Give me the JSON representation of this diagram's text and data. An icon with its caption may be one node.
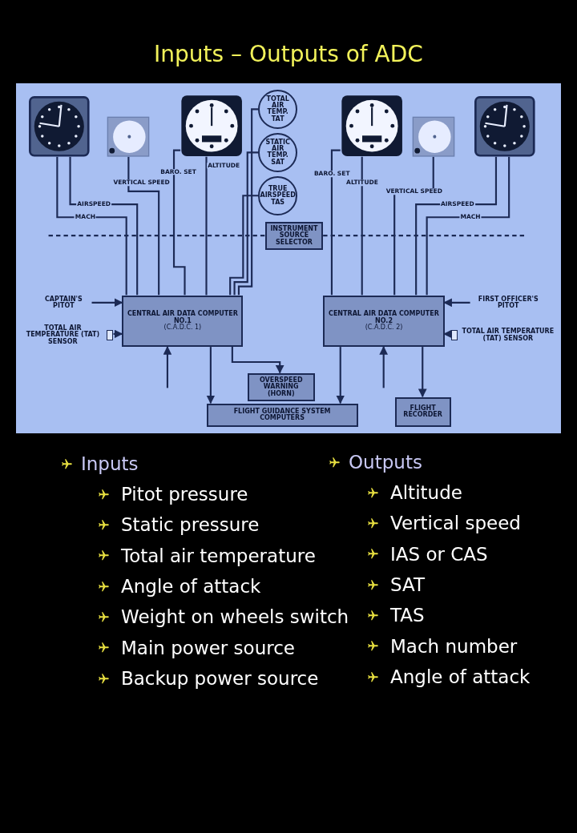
{
  "diagram": {
    "title": "Inputs – Outputs of ADC",
    "nodes": [
      {
        "text": [],
        "shape": "picture"
      },
      {
        "text": [],
        "shape": "picture"
      },
      {
        "text": [],
        "shape": "picture"
      },
      {
        "text": [
          "TOTAL AIR TEMP. TAT"
        ]
      },
      {
        "text": [
          "STATIC AIR TEMP. SAT"
        ]
      },
      {
        "text": [
          "TRUE AIRSPEED TAS"
        ]
      },
      {
        "text": [],
        "shape": "picture"
      },
      {
        "text": [],
        "shape": "picture"
      },
      {
        "text": [],
        "shape": "picture"
      },
      {
        "text": [
          "INSTRUMENT SOURCE SELECTOR"
        ]
      },
      {
        "text": [
          "CAPTAIN'S PITOT"
        ]
      },
      {
        "text": [
          "TOTAL AIR TEMPERATURE (TAT) SENSOR"
        ]
      },
      {
        "text": [
          "CENTRAL AIR DATA COMPUTER NO.1",
          "(C.A.D.C. 1)"
        ]
      },
      {
        "text": [
          "CENTRAL AIR DATA COMPUTER NO.2",
          "(C.A.D.C. 2)"
        ]
      },
      {
        "text": [
          "FIRST OFFICER'S PITOT"
        ]
      },
      {
        "text": [
          "TOTAL AIR TEMPERATURE (TAT) SENSOR"
        ]
      },
      {
        "text": [
          "OVERSPEED WARNING (HORN)"
        ]
      },
      {
        "text": [
          "FLIGHT GUIDANCE SYSTEM COMPUTERS"
        ]
      },
      {
        "text": [
          "FLIGHT RECORDER"
        ]
      }
    ],
    "edges": [
      {
        "from": 12,
        "to": 0,
        "arrow": "none",
        "label": "AIRSPEED"
      },
      {
        "from": 12,
        "to": 0,
        "arrow": "none",
        "label": "MACH"
      },
      {
        "from": 12,
        "to": 1,
        "arrow": "none",
        "label": "VERTICAL SPEED"
      },
      {
        "from": 12,
        "to": 2,
        "arrow": "none",
        "label": "ALTITUDE"
      },
      {
        "from": 2,
        "to": 12,
        "arrow": "none",
        "label": "BARO. SET"
      },
      {
        "from": 12,
        "to": 3,
        "arrow": "none"
      },
      {
        "from": 12,
        "to": 4,
        "arrow": "none"
      },
      {
        "from": 12,
        "to": 5,
        "arrow": "none"
      },
      {
        "from": 13,
        "to": 6,
        "arrow": "none",
        "label": "ALTITUDE"
      },
      {
        "from": 6,
        "to": 13,
        "arrow": "none",
        "label": "BARO. SET"
      },
      {
        "from": 13,
        "to": 7,
        "arrow": "none",
        "label": "VERTICAL SPEED"
      },
      {
        "from": 13,
        "to": 8,
        "arrow": "none",
        "label": "AIRSPEED"
      },
      {
        "from": 13,
        "to": 8,
        "arrow": "none",
        "label": "MACH"
      },
      {
        "from": 10,
        "to": 12,
        "arrow": "to"
      },
      {
        "from": 11,
        "to": 12,
        "arrow": "to"
      },
      {
        "from": 14,
        "to": 13,
        "arrow": "to"
      },
      {
        "from": 15,
        "to": 13,
        "arrow": "to"
      },
      {
        "from": 12,
        "to": 17,
        "arrow": "to"
      },
      {
        "from": 13,
        "to": 17,
        "arrow": "to"
      },
      {
        "from": 12,
        "to": 16,
        "arrow": "to"
      },
      {
        "from": 13,
        "to": 18,
        "arrow": "to"
      },
      {
        "from": null,
        "to": 12,
        "arrow": "to"
      },
      {
        "from": null,
        "to": 13,
        "arrow": "to"
      },
      {
        "from": 9,
        "to": null,
        "arrow": "none",
        "style": "dashed"
      },
      {
        "from": 9,
        "to": null,
        "arrow": "none",
        "style": "dashed"
      }
    ],
    "labels": [
      "Inputs",
      "Pitot pressure",
      "Static pressure",
      "Total air temperature",
      "Angle of attack",
      "Weight on wheels switch",
      "Main power source",
      "Backup power source",
      "Outputs",
      "Altitude",
      "Vertical speed",
      "IAS or CAS",
      "SAT",
      "TAS",
      "Mach number",
      "Angle of attack"
    ]
  }
}
